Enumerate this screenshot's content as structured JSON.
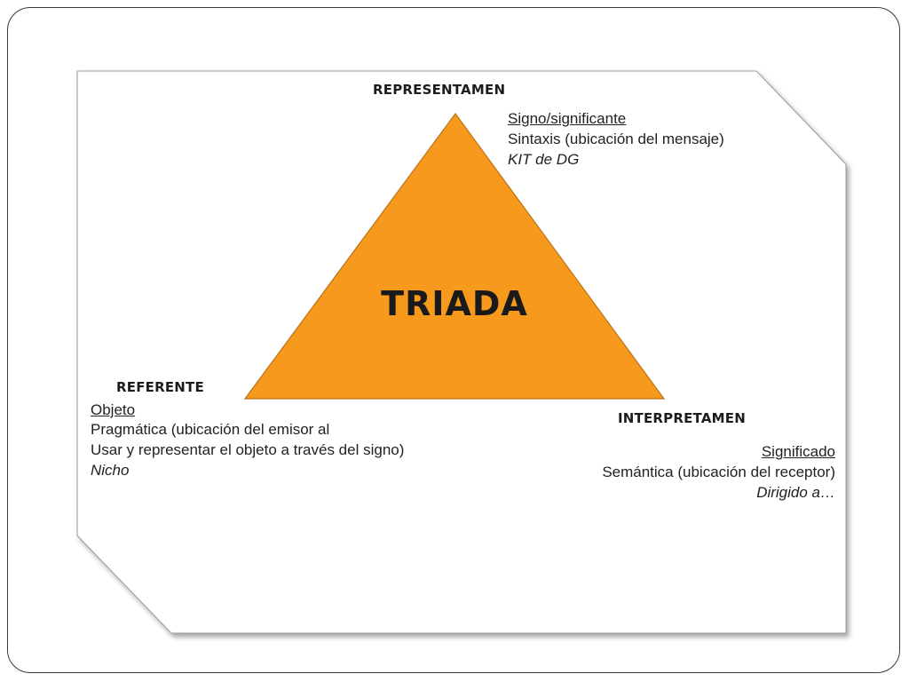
{
  "colors": {
    "triangle_fill": "#F7991C",
    "triangle_stroke": "#B8731A",
    "panel_bg": "#ffffff",
    "panel_border": "#9a9a9a"
  },
  "triad": {
    "center_label": "TRIADA",
    "representamen": {
      "heading": "REPRESENTAMEN",
      "line1": "Signo/significante",
      "line2": "Sintaxis (ubicación del mensaje)",
      "line3": "KIT de DG"
    },
    "referente": {
      "heading": "REFERENTE",
      "line1": "Objeto",
      "line2": "Pragmática (ubicación del emisor al",
      "line3": "Usar y representar el objeto a través del signo)",
      "line4": "Nicho"
    },
    "interpretamen": {
      "heading": "INTERPRETAMEN",
      "line1": "Significado",
      "line2": "Semántica (ubicación del receptor)",
      "line3": "Dirigido a…"
    }
  }
}
